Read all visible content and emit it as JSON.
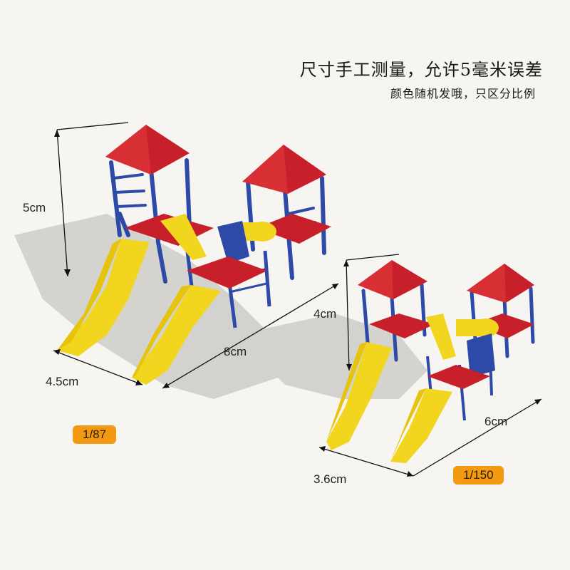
{
  "caption": {
    "line1": "尺寸手工测量，允许5毫米误差",
    "line2": "颜色随机发哦，只区分比例"
  },
  "large_model": {
    "height": "5cm",
    "depth": "4.5cm",
    "length": "8cm",
    "scale": "1/87"
  },
  "small_model": {
    "height": "4cm",
    "depth": "3.6cm",
    "length": "6cm",
    "scale": "1/150"
  },
  "colors": {
    "roof": "#c8202a",
    "frame": "#2e4aa8",
    "slide": "#f2d51e",
    "platform": "#c8202a",
    "shadow": "#c9c6c2",
    "badge": "#f39a12",
    "background": "#f7f5f2"
  }
}
